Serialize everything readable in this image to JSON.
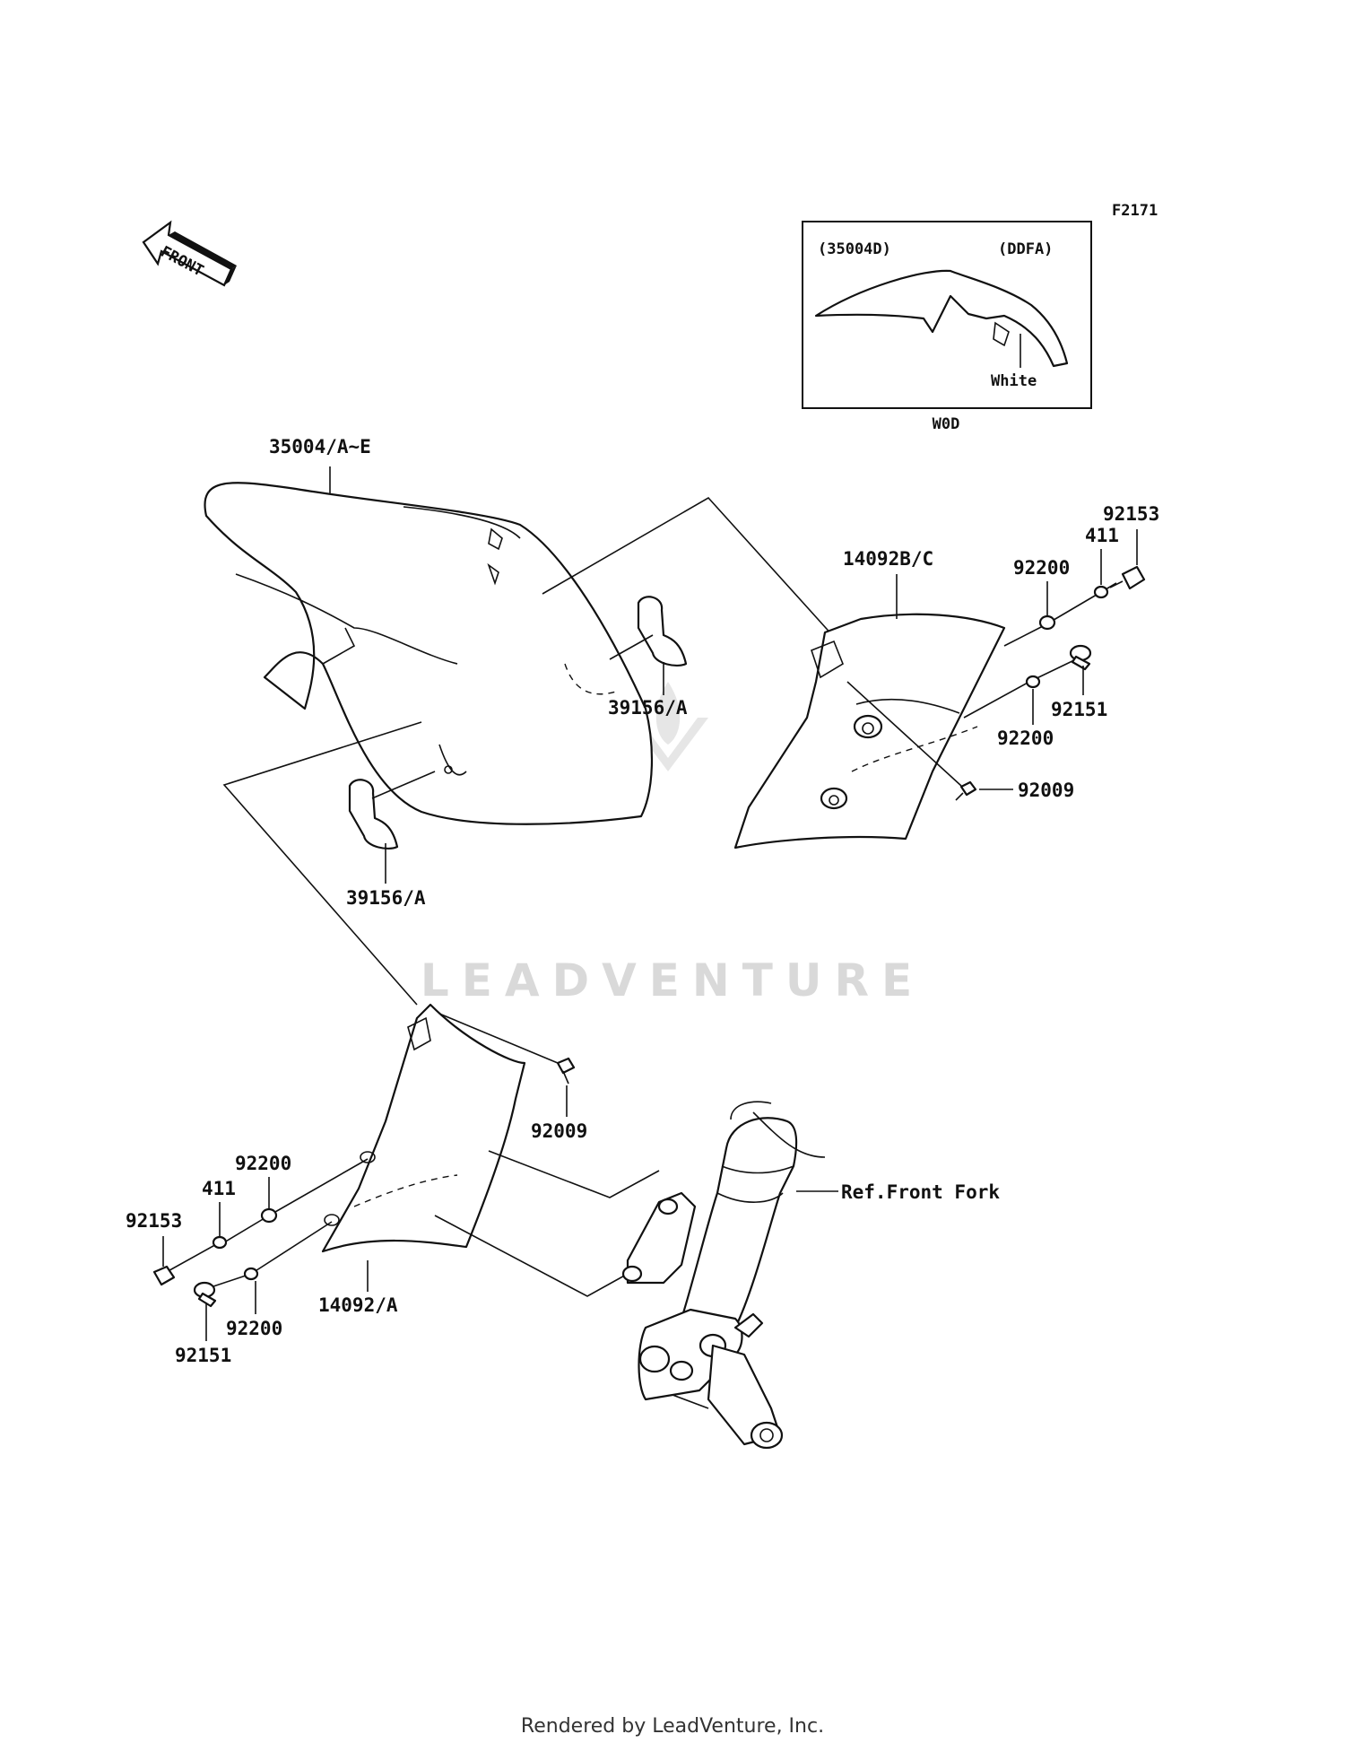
{
  "diagram_code": "F2171",
  "front_arrow_label": "FRONT",
  "inset": {
    "part_ref": "(35004D)",
    "color_code": "(DDFA)",
    "color_label": "White",
    "caption": "W0D"
  },
  "callouts": {
    "fender": "35004/A~E",
    "bracket_upper_clip": "39156/A",
    "bracket_lower_clip": "39156/A",
    "cover_right": "14092B/C",
    "cover_left": "14092/A",
    "screw_right": "92009",
    "screw_left": "92009",
    "bolt_right_top": "92153",
    "collar_right": "411",
    "washer_right_top": "92200",
    "washer_right_bottom": "92200",
    "bolt_right_bottom": "92151",
    "bolt_left_top": "92153",
    "collar_left": "411",
    "washer_left_top": "92200",
    "washer_left_bottom": "92200",
    "bolt_left_bottom": "92151",
    "front_fork_ref": "Ref.Front Fork"
  },
  "watermark": "LEADVENTURE",
  "footer": "Rendered by LeadVenture, Inc."
}
